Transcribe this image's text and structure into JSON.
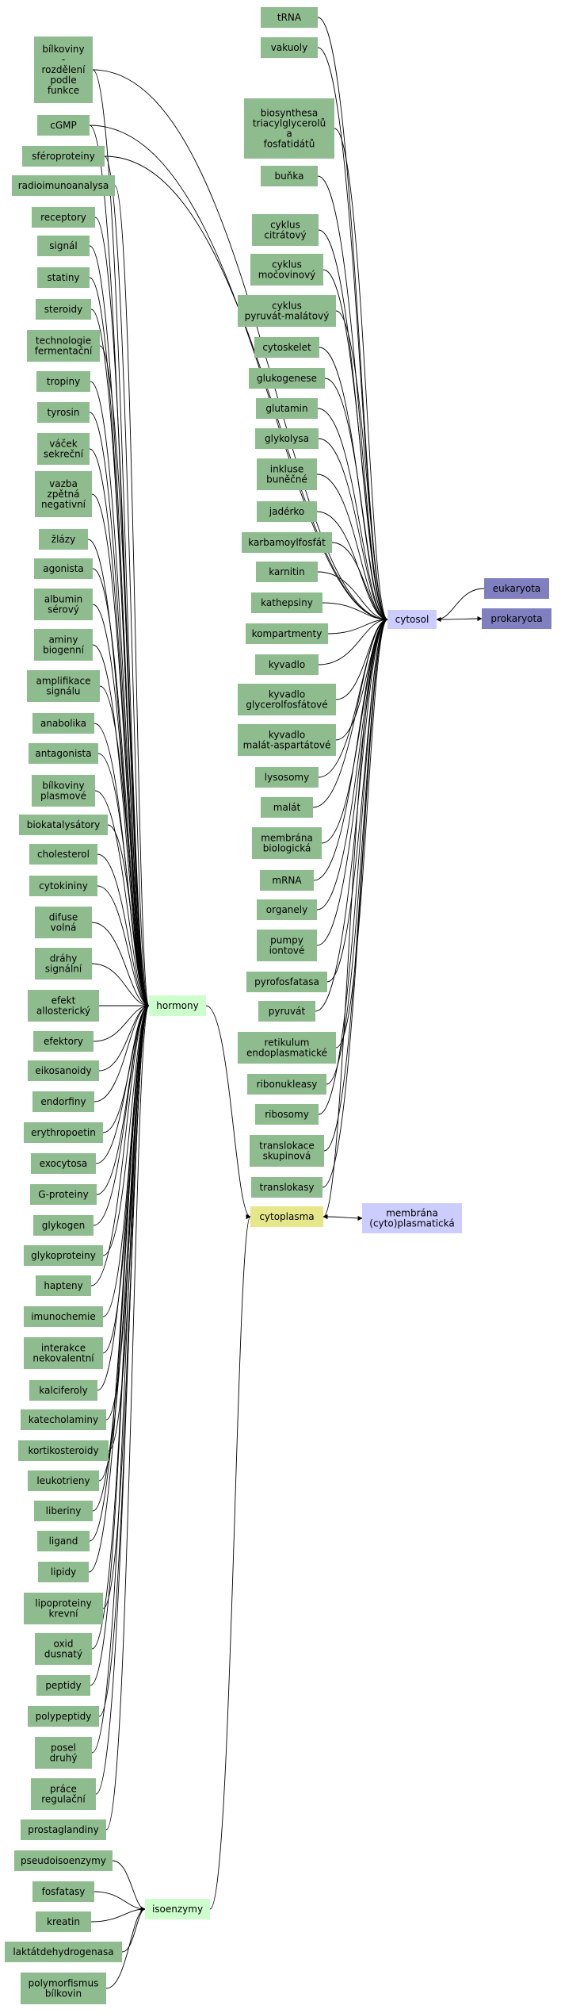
{
  "colors": {
    "term": "#8fbc8f",
    "hub_light": "#ccffcc",
    "cytosol": "#ccccff",
    "cytoplasma": "#e6e68a",
    "membrane": "#ccccff",
    "eukaryota": "#8080c0",
    "prokaryota": "#8080c0",
    "edge": "#000000"
  },
  "nodes": [
    {
      "id": "tRNA",
      "label": "tRNA",
      "color": "term"
    },
    {
      "id": "vakuoly",
      "label": "vakuoly",
      "color": "term"
    },
    {
      "id": "biosynthesa",
      "label": "biosynthesa\ntriacylglycerolů\na\nfosfatidátů",
      "color": "term"
    },
    {
      "id": "bunka",
      "label": "buňka",
      "color": "term"
    },
    {
      "id": "cyklus_citr",
      "label": "cyklus\ncitrátový",
      "color": "term"
    },
    {
      "id": "cyklus_moc",
      "label": "cyklus\nmočovinový",
      "color": "term"
    },
    {
      "id": "cyklus_pyr",
      "label": "cyklus\npyruvát-malátový",
      "color": "term"
    },
    {
      "id": "cytoskelet",
      "label": "cytoskelet",
      "color": "term"
    },
    {
      "id": "glukogenese",
      "label": "glukogenese",
      "color": "term"
    },
    {
      "id": "glutamin",
      "label": "glutamin",
      "color": "term"
    },
    {
      "id": "glykolysa",
      "label": "glykolysa",
      "color": "term"
    },
    {
      "id": "inkluse",
      "label": "inkluse\nbuněčné",
      "color": "term"
    },
    {
      "id": "jaderko",
      "label": "jadérko",
      "color": "term"
    },
    {
      "id": "karbamoyl",
      "label": "karbamoylfosfát",
      "color": "term"
    },
    {
      "id": "karnitin",
      "label": "karnitin",
      "color": "term"
    },
    {
      "id": "kathepsiny",
      "label": "kathepsiny",
      "color": "term"
    },
    {
      "id": "kompartmenty",
      "label": "kompartmenty",
      "color": "term"
    },
    {
      "id": "kyvadlo",
      "label": "kyvadlo",
      "color": "term"
    },
    {
      "id": "kyvadlo_gly",
      "label": "kyvadlo\nglycerolfosfátové",
      "color": "term"
    },
    {
      "id": "kyvadlo_mal",
      "label": "kyvadlo\nmalát-aspartátové",
      "color": "term"
    },
    {
      "id": "lysosomy",
      "label": "lysosomy",
      "color": "term"
    },
    {
      "id": "malat",
      "label": "malát",
      "color": "term"
    },
    {
      "id": "membrana_bio",
      "label": "membrána\nbiologická",
      "color": "term"
    },
    {
      "id": "mRNA",
      "label": "mRNA",
      "color": "term"
    },
    {
      "id": "organely",
      "label": "organely",
      "color": "term"
    },
    {
      "id": "pumpy",
      "label": "pumpy\niontové",
      "color": "term"
    },
    {
      "id": "pyrofosfataza",
      "label": "pyrofosfatasa",
      "color": "term"
    },
    {
      "id": "pyruvat",
      "label": "pyruvát",
      "color": "term"
    },
    {
      "id": "retikulum",
      "label": "retikulum\nendoplasmatické",
      "color": "term"
    },
    {
      "id": "ribonukleasy",
      "label": "ribonukleasy",
      "color": "term"
    },
    {
      "id": "ribosomy",
      "label": "ribosomy",
      "color": "term"
    },
    {
      "id": "translokace",
      "label": "translokace\nskupinová",
      "color": "term"
    },
    {
      "id": "translokasy",
      "label": "translokasy",
      "color": "term"
    },
    {
      "id": "cytosol",
      "label": "cytosol",
      "color": "cytosol"
    },
    {
      "id": "eukaryota",
      "label": "eukaryota",
      "color": "eukaryota"
    },
    {
      "id": "prokaryota",
      "label": "prokaryota",
      "color": "prokaryota"
    },
    {
      "id": "cytoplasma",
      "label": "cytoplasma",
      "color": "cytoplasma"
    },
    {
      "id": "membrana_cyto",
      "label": "membrána\n(cyto)plasmatická",
      "color": "membrane"
    },
    {
      "id": "hormony",
      "label": "hormony",
      "color": "hub_light"
    },
    {
      "id": "isoenzymy",
      "label": "isoenzymy",
      "color": "hub_light"
    },
    {
      "id": "bilkoviny_roz",
      "label": "bílkoviny\n-\nrozdělení\npodle\nfunkce",
      "color": "term"
    },
    {
      "id": "cGMP",
      "label": "cGMP",
      "color": "term"
    },
    {
      "id": "sferoproteiny",
      "label": "sféroproteiny",
      "color": "term"
    },
    {
      "id": "radioimuno",
      "label": "radioimunoanalysa",
      "color": "term"
    },
    {
      "id": "receptory",
      "label": "receptory",
      "color": "term"
    },
    {
      "id": "signal",
      "label": "signál",
      "color": "term"
    },
    {
      "id": "statiny",
      "label": "statiny",
      "color": "term"
    },
    {
      "id": "steroidy",
      "label": "steroidy",
      "color": "term"
    },
    {
      "id": "technologie",
      "label": "technologie\nfermentační",
      "color": "term"
    },
    {
      "id": "tropiny",
      "label": "tropiny",
      "color": "term"
    },
    {
      "id": "tyrosin",
      "label": "tyrosin",
      "color": "term"
    },
    {
      "id": "vacek",
      "label": "váček\nsekreční",
      "color": "term"
    },
    {
      "id": "vazba",
      "label": "vazba\nzpětná\nnegativní",
      "color": "term"
    },
    {
      "id": "zlazy",
      "label": "žlázy",
      "color": "term"
    },
    {
      "id": "agonista",
      "label": "agonista",
      "color": "term"
    },
    {
      "id": "albumin",
      "label": "albumin\nsérový",
      "color": "term"
    },
    {
      "id": "aminy",
      "label": "aminy\nbiogenní",
      "color": "term"
    },
    {
      "id": "amplifikace",
      "label": "amplifikace\nsignálu",
      "color": "term"
    },
    {
      "id": "anabolika",
      "label": "anabolika",
      "color": "term"
    },
    {
      "id": "antagonista",
      "label": "antagonista",
      "color": "term"
    },
    {
      "id": "bilkoviny_pl",
      "label": "bílkoviny\nplasmové",
      "color": "term"
    },
    {
      "id": "biokatalysatory",
      "label": "biokatalysátory",
      "color": "term"
    },
    {
      "id": "cholesterol",
      "label": "cholesterol",
      "color": "term"
    },
    {
      "id": "cytokininy",
      "label": "cytokininy",
      "color": "term"
    },
    {
      "id": "difuse",
      "label": "difuse\nvolná",
      "color": "term"
    },
    {
      "id": "drahy",
      "label": "dráhy\nsignální",
      "color": "term"
    },
    {
      "id": "efekt",
      "label": "efekt\nallosterický",
      "color": "term"
    },
    {
      "id": "efektory",
      "label": "efektory",
      "color": "term"
    },
    {
      "id": "eikosanoidy",
      "label": "eikosanoidy",
      "color": "term"
    },
    {
      "id": "endorfiny",
      "label": "endorfiny",
      "color": "term"
    },
    {
      "id": "erythropoetin",
      "label": "erythropoetin",
      "color": "term"
    },
    {
      "id": "exocytosa",
      "label": "exocytosa",
      "color": "term"
    },
    {
      "id": "gproteiny",
      "label": "G-proteiny",
      "color": "term"
    },
    {
      "id": "glykogen",
      "label": "glykogen",
      "color": "term"
    },
    {
      "id": "glykoproteiny",
      "label": "glykoproteiny",
      "color": "term"
    },
    {
      "id": "hapteny",
      "label": "hapteny",
      "color": "term"
    },
    {
      "id": "imunochemie",
      "label": "imunochemie",
      "color": "term"
    },
    {
      "id": "interakce",
      "label": "interakce\nnekovalentní",
      "color": "term"
    },
    {
      "id": "kalciferoly",
      "label": "kalciferoly",
      "color": "term"
    },
    {
      "id": "katecholaminy",
      "label": "katecholaminy",
      "color": "term"
    },
    {
      "id": "kortikosteroidy",
      "label": "kortikosteroidy",
      "color": "term"
    },
    {
      "id": "leukotrieny",
      "label": "leukotrieny",
      "color": "term"
    },
    {
      "id": "liberiny",
      "label": "liberiny",
      "color": "term"
    },
    {
      "id": "ligand",
      "label": "ligand",
      "color": "term"
    },
    {
      "id": "lipidy",
      "label": "lipidy",
      "color": "term"
    },
    {
      "id": "lipoproteiny",
      "label": "lipoproteiny\nkrevní",
      "color": "term"
    },
    {
      "id": "oxid",
      "label": "oxid\ndusnatý",
      "color": "term"
    },
    {
      "id": "peptidy",
      "label": "peptidy",
      "color": "term"
    },
    {
      "id": "polypeptidy",
      "label": "polypeptidy",
      "color": "term"
    },
    {
      "id": "posel",
      "label": "posel\ndruhý",
      "color": "term"
    },
    {
      "id": "prace",
      "label": "práce\nregulační",
      "color": "term"
    },
    {
      "id": "prostaglandiny",
      "label": "prostaglandiny",
      "color": "term"
    },
    {
      "id": "pseudoisoenzymy",
      "label": "pseudoisoenzymy",
      "color": "term"
    },
    {
      "id": "fosfatasy",
      "label": "fosfatasy",
      "color": "term"
    },
    {
      "id": "kreatin",
      "label": "kreatin",
      "color": "term"
    },
    {
      "id": "laktatdehydro",
      "label": "laktátdehydrogenasa",
      "color": "term"
    },
    {
      "id": "polymorfismus",
      "label": "polymorfismus\nbílkovin",
      "color": "term"
    }
  ],
  "edges": [
    [
      "tRNA",
      "cytosol"
    ],
    [
      "vakuoly",
      "cytosol"
    ],
    [
      "biosynthesa",
      "cytosol"
    ],
    [
      "bunka",
      "cytosol"
    ],
    [
      "cyklus_citr",
      "cytosol"
    ],
    [
      "cyklus_moc",
      "cytosol"
    ],
    [
      "cyklus_pyr",
      "cytosol"
    ],
    [
      "cytoskelet",
      "cytosol"
    ],
    [
      "glukogenese",
      "cytosol"
    ],
    [
      "glutamin",
      "cytosol"
    ],
    [
      "glykolysa",
      "cytosol"
    ],
    [
      "inkluse",
      "cytosol"
    ],
    [
      "jaderko",
      "cytosol"
    ],
    [
      "karbamoyl",
      "cytosol"
    ],
    [
      "karnitin",
      "cytosol"
    ],
    [
      "kathepsiny",
      "cytosol"
    ],
    [
      "kompartmenty",
      "cytosol"
    ],
    [
      "kyvadlo",
      "cytosol"
    ],
    [
      "kyvadlo_gly",
      "cytosol"
    ],
    [
      "kyvadlo_mal",
      "cytosol"
    ],
    [
      "lysosomy",
      "cytosol"
    ],
    [
      "malat",
      "cytosol"
    ],
    [
      "membrana_bio",
      "cytosol"
    ],
    [
      "mRNA",
      "cytosol"
    ],
    [
      "organely",
      "cytosol"
    ],
    [
      "pumpy",
      "cytosol"
    ],
    [
      "pyrofosfataza",
      "cytosol"
    ],
    [
      "pyruvat",
      "cytosol"
    ],
    [
      "retikulum",
      "cytosol"
    ],
    [
      "ribonukleasy",
      "cytosol"
    ],
    [
      "ribosomy",
      "cytosol"
    ],
    [
      "translokace",
      "cytosol"
    ],
    [
      "translokasy",
      "cytosol"
    ],
    [
      "bilkoviny_roz",
      "cytosol"
    ],
    [
      "cGMP",
      "cytosol"
    ],
    [
      "sferoproteiny",
      "cytosol"
    ],
    [
      "eukaryota",
      "cytosol"
    ],
    [
      "cytosol",
      "prokaryota"
    ],
    [
      "cytosol",
      "cytoplasma"
    ],
    [
      "cytoplasma",
      "membrana_cyto"
    ],
    [
      "hormony",
      "cytoplasma"
    ],
    [
      "isoenzymy",
      "cytoplasma"
    ],
    [
      "bilkoviny_roz",
      "hormony"
    ],
    [
      "cGMP",
      "hormony"
    ],
    [
      "sferoproteiny",
      "hormony"
    ],
    [
      "radioimuno",
      "hormony"
    ],
    [
      "receptory",
      "hormony"
    ],
    [
      "signal",
      "hormony"
    ],
    [
      "statiny",
      "hormony"
    ],
    [
      "steroidy",
      "hormony"
    ],
    [
      "technologie",
      "hormony"
    ],
    [
      "tropiny",
      "hormony"
    ],
    [
      "tyrosin",
      "hormony"
    ],
    [
      "vacek",
      "hormony"
    ],
    [
      "vazba",
      "hormony"
    ],
    [
      "zlazy",
      "hormony"
    ],
    [
      "agonista",
      "hormony"
    ],
    [
      "albumin",
      "hormony"
    ],
    [
      "aminy",
      "hormony"
    ],
    [
      "amplifikace",
      "hormony"
    ],
    [
      "anabolika",
      "hormony"
    ],
    [
      "antagonista",
      "hormony"
    ],
    [
      "bilkoviny_pl",
      "hormony"
    ],
    [
      "biokatalysatory",
      "hormony"
    ],
    [
      "cholesterol",
      "hormony"
    ],
    [
      "cytokininy",
      "hormony"
    ],
    [
      "difuse",
      "hormony"
    ],
    [
      "drahy",
      "hormony"
    ],
    [
      "efekt",
      "hormony"
    ],
    [
      "efektory",
      "hormony"
    ],
    [
      "eikosanoidy",
      "hormony"
    ],
    [
      "endorfiny",
      "hormony"
    ],
    [
      "erythropoetin",
      "hormony"
    ],
    [
      "exocytosa",
      "hormony"
    ],
    [
      "gproteiny",
      "hormony"
    ],
    [
      "glykogen",
      "hormony"
    ],
    [
      "glykoproteiny",
      "hormony"
    ],
    [
      "hapteny",
      "hormony"
    ],
    [
      "imunochemie",
      "hormony"
    ],
    [
      "interakce",
      "hormony"
    ],
    [
      "kalciferoly",
      "hormony"
    ],
    [
      "katecholaminy",
      "hormony"
    ],
    [
      "kortikosteroidy",
      "hormony"
    ],
    [
      "leukotrieny",
      "hormony"
    ],
    [
      "liberiny",
      "hormony"
    ],
    [
      "ligand",
      "hormony"
    ],
    [
      "lipidy",
      "hormony"
    ],
    [
      "lipoproteiny",
      "hormony"
    ],
    [
      "oxid",
      "hormony"
    ],
    [
      "peptidy",
      "hormony"
    ],
    [
      "polypeptidy",
      "hormony"
    ],
    [
      "posel",
      "hormony"
    ],
    [
      "prace",
      "hormony"
    ],
    [
      "prostaglandiny",
      "hormony"
    ],
    [
      "pseudoisoenzymy",
      "isoenzymy"
    ],
    [
      "fosfatasy",
      "isoenzymy"
    ],
    [
      "kreatin",
      "isoenzymy"
    ],
    [
      "laktatdehydro",
      "isoenzymy"
    ],
    [
      "polymorfismus",
      "isoenzymy"
    ]
  ]
}
